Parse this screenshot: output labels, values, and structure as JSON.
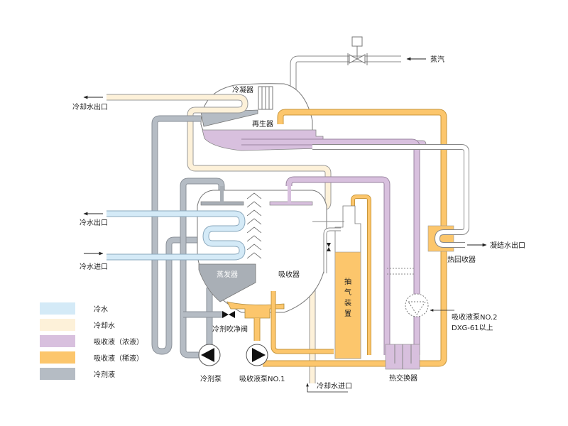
{
  "diagram": {
    "type": "absorption-chiller-flow-diagram",
    "components": {
      "condenser": "冷凝器",
      "generator": "再生器",
      "evaporator": "蒸发器",
      "absorber": "吸收器",
      "purge_unit": [
        "抽",
        "气",
        "装",
        "置"
      ],
      "heat_recovery": "热回收器",
      "heat_exchanger": "热交换器",
      "refrigerant_pump": "冷剂泵",
      "absorbent_pump_1": "吸收液泵NO.1",
      "absorbent_pump_2_line1": "吸收液泵NO.2",
      "absorbent_pump_2_line2": "DXG-61以上",
      "refrigerant_purge_valve": "冷剂吹净阀"
    },
    "ports": {
      "steam": "蒸汽",
      "cooling_water_outlet": "冷却水出口",
      "chilled_water_outlet": "冷水出口",
      "chilled_water_inlet": "冷水进口",
      "condensate_outlet": "凝结水出口",
      "cooling_water_inlet": "冷却水进口"
    },
    "colors": {
      "chilled_water": "#d4eaf7",
      "cooling_water": "#fdf1d9",
      "concentrated_solution": "#d8c0de",
      "dilute_solution": "#fcc66c",
      "refrigerant": "#b5bcc4",
      "outline": "#7a7a7a"
    }
  },
  "legend": [
    {
      "label": "冷水",
      "color": "#d4eaf7"
    },
    {
      "label": "冷却水",
      "color": "#fdf1d9"
    },
    {
      "label": "吸收液（浓液）",
      "color": "#d8c0de"
    },
    {
      "label": "吸收液（稀液）",
      "color": "#fcc66c"
    },
    {
      "label": "冷剂液",
      "color": "#b5bcc4"
    }
  ]
}
